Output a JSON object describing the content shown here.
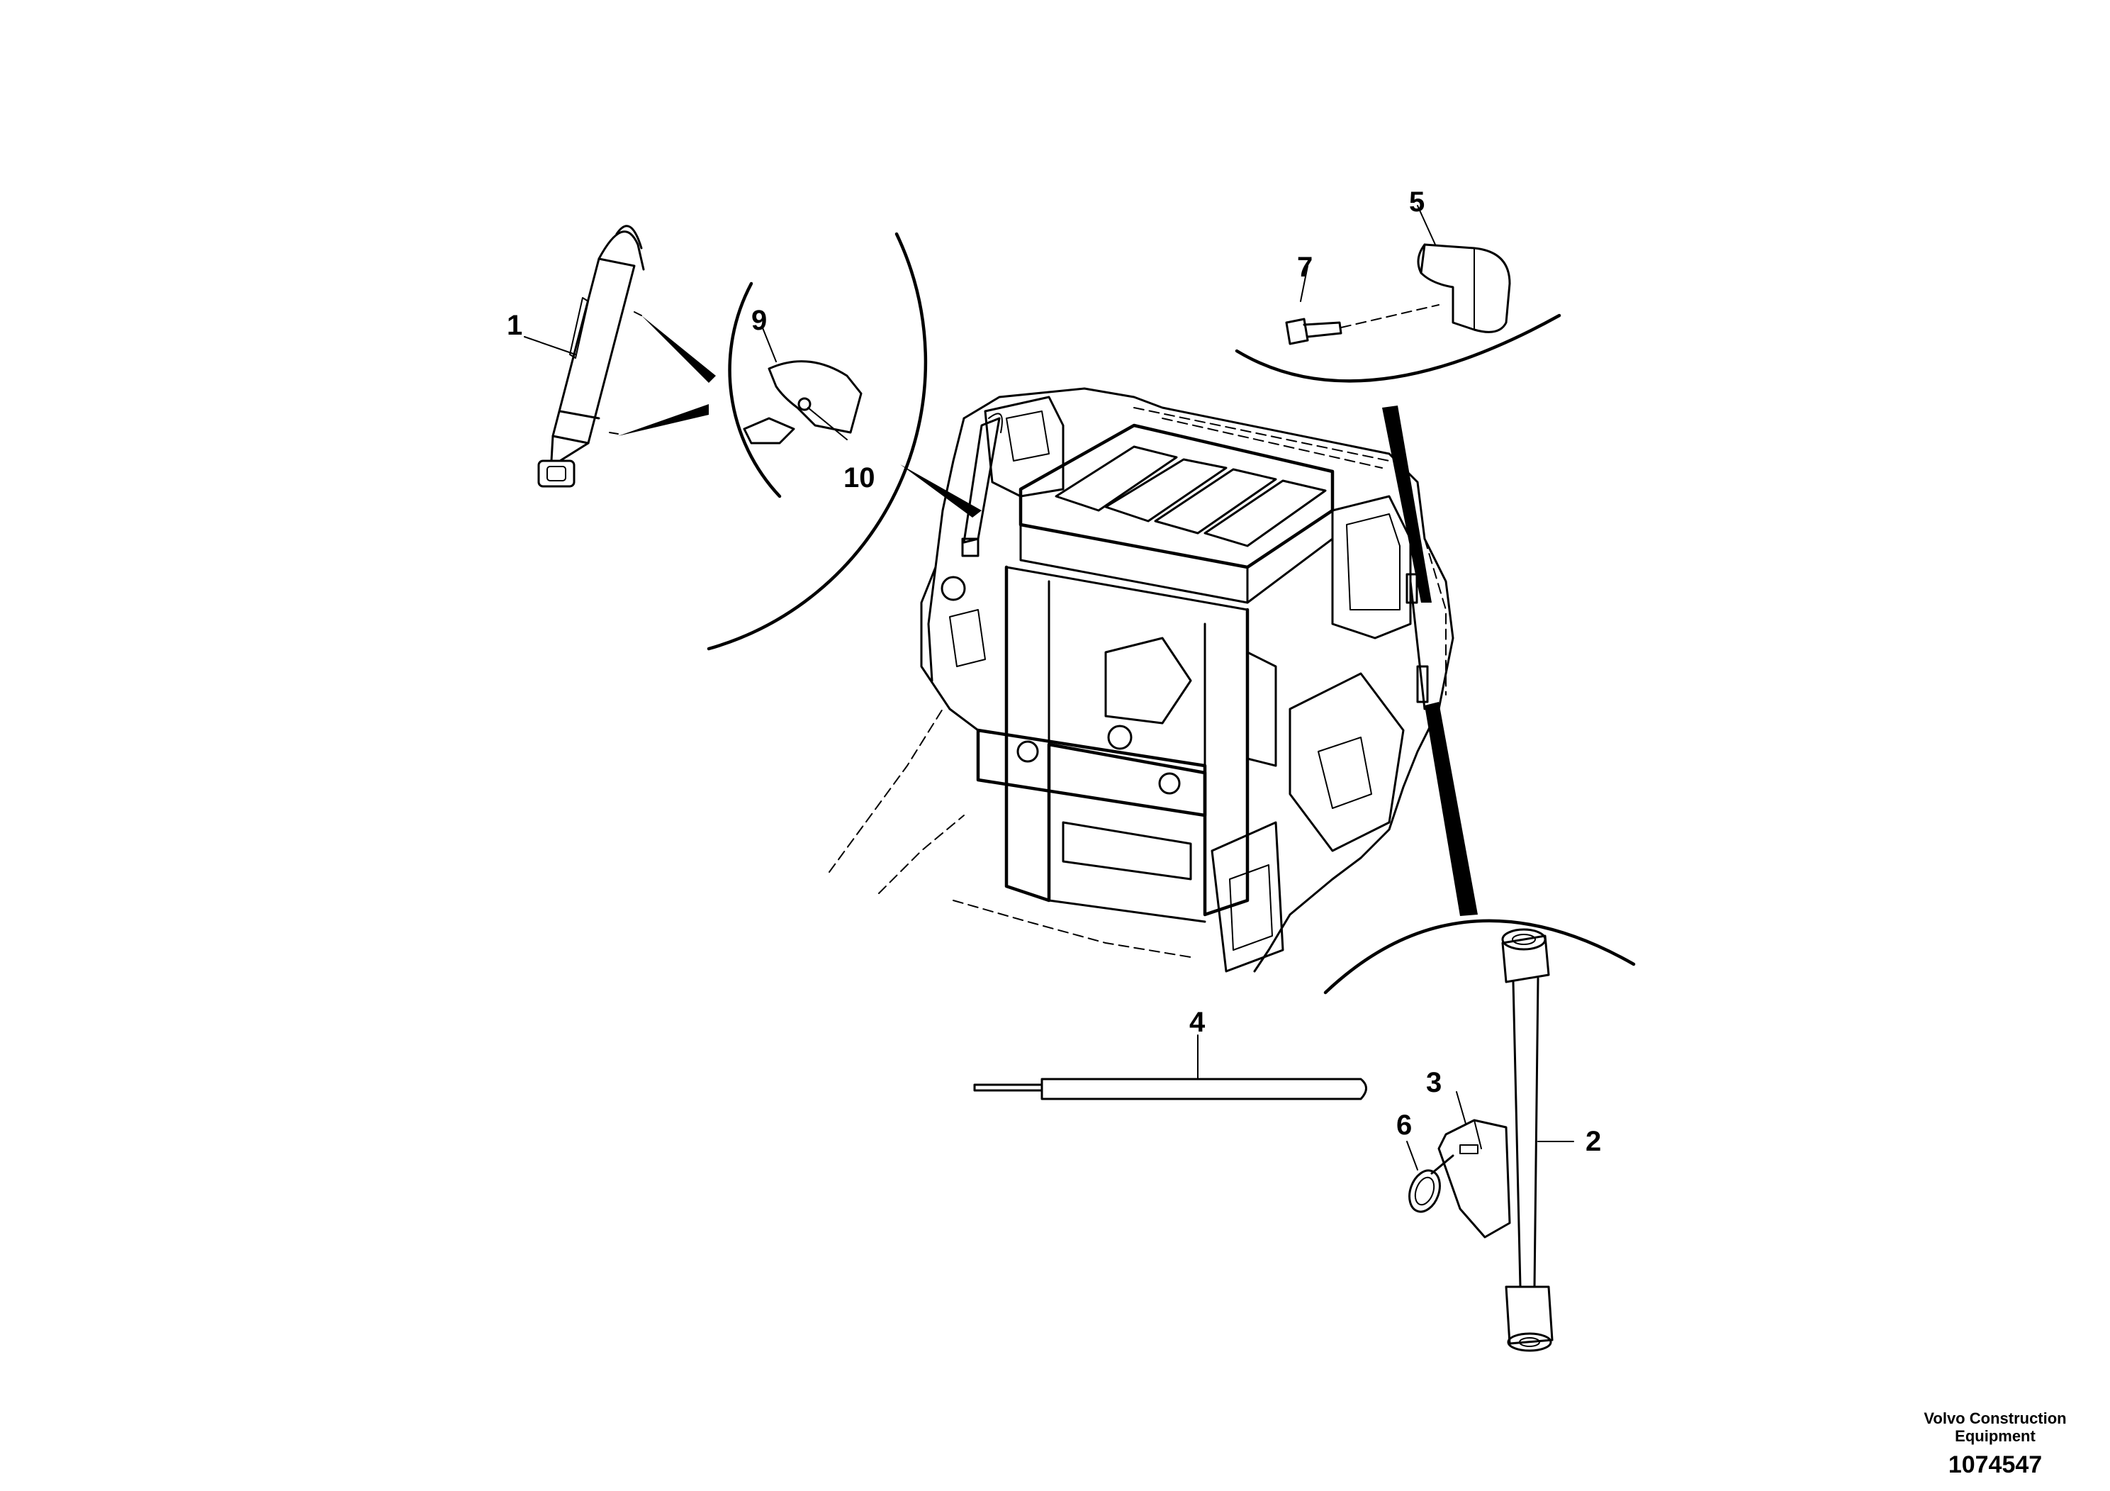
{
  "callouts": {
    "c1": "1",
    "c2": "2",
    "c3": "3",
    "c4": "4",
    "c5": "5",
    "c6": "6",
    "c7": "7",
    "c9": "9",
    "c10": "10"
  },
  "footer": {
    "company_line1": "Volvo Construction",
    "company_line2": "Equipment",
    "part_number": "1074547"
  }
}
